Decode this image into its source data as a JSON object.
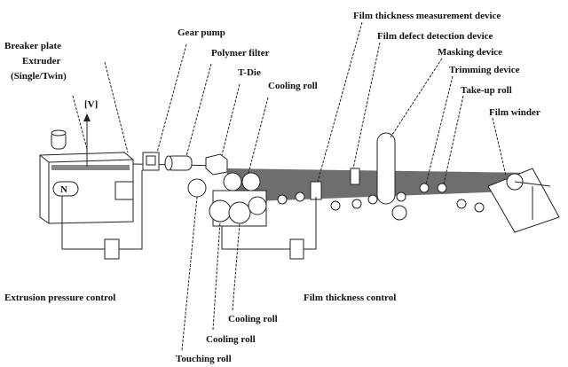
{
  "labels": {
    "breaker_plate": "Breaker plate",
    "extruder": "Extruder",
    "extruder_type": "(Single/Twin)",
    "v_mark": "[V]",
    "n_mark": "N",
    "gear_pump": "Gear pump",
    "polymer_filter": "Polymer filter",
    "t_die": "T-Die",
    "cooling_roll_top": "Cooling roll",
    "film_thickness_measurement": "Film thickness measurement device",
    "film_defect_detection": "Film defect detection device",
    "masking_device": "Masking device",
    "trimming_device": "Trimming device",
    "take_up_roll": "Take-up roll",
    "film_winder": "Film winder",
    "extrusion_pressure_control": "Extrusion pressure control",
    "film_thickness_control": "Film thickness control",
    "cooling_roll_bottom1": "Cooling roll",
    "cooling_roll_bottom2": "Cooling roll",
    "touching_roll": "Touching roll"
  }
}
